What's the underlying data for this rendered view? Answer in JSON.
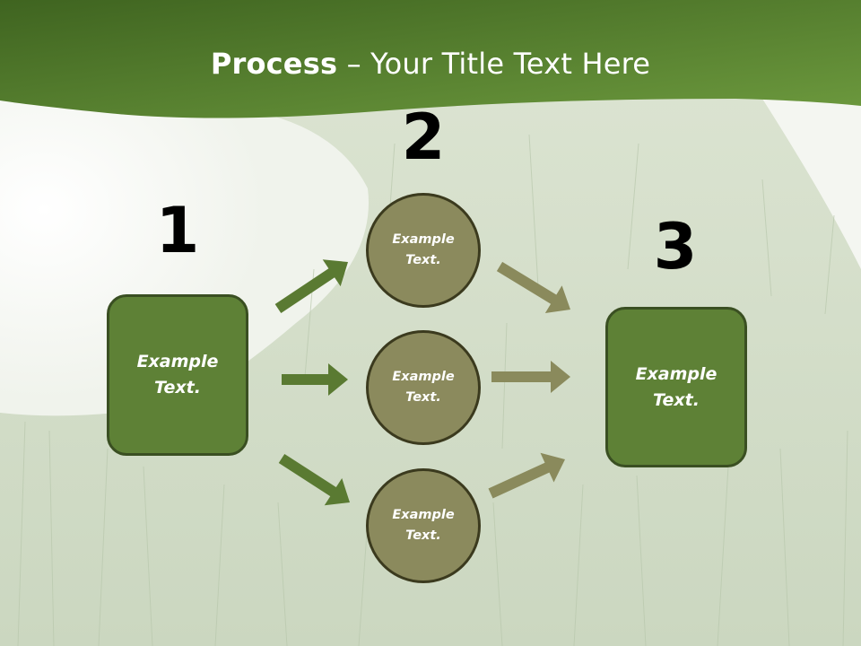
{
  "title": {
    "bold": "Process",
    "rest": " – Your Title Text Here"
  },
  "steps": [
    {
      "number": "1",
      "label": "Example\nText."
    },
    {
      "number": "2",
      "label": ""
    },
    {
      "number": "3",
      "label": "Example\nText."
    }
  ],
  "circles": [
    {
      "label": "Example\nText."
    },
    {
      "label": "Example\nText."
    },
    {
      "label": "Example\nText."
    }
  ],
  "colors": {
    "header_green": "#4f7a29",
    "box_green": "#5e8136",
    "circle_olive": "#8b8a5d",
    "arrow_green": "#5a7a32",
    "arrow_olive": "#8a8a5c"
  }
}
